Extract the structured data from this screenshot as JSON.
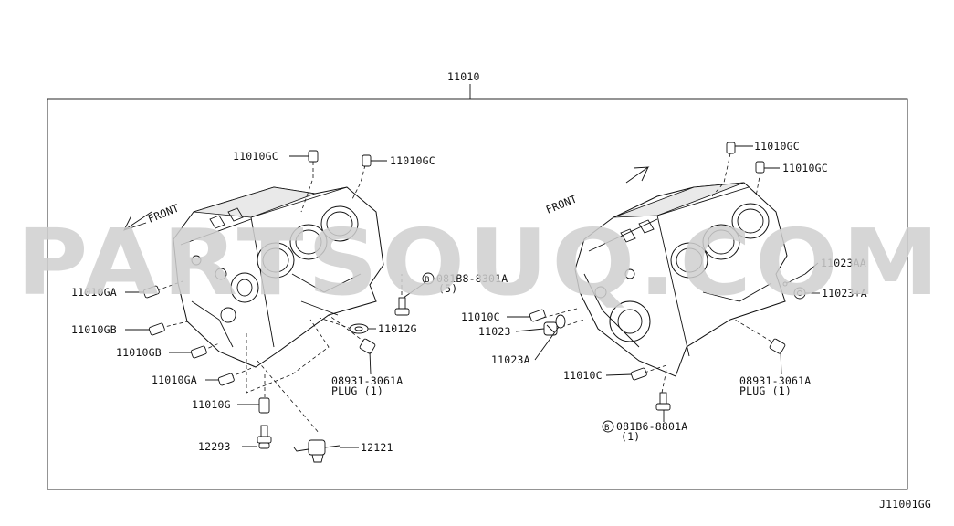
{
  "watermark": "PARTSOUQ.COM",
  "assembly_number": "11010",
  "diagram_code": "J11001GG",
  "left_engine": {
    "front_label": "FRONT",
    "labels": {
      "gc_top1": "11010GC",
      "gc_top2": "11010GC",
      "ga_upper": "11010GA",
      "gb_upper": "11010GB",
      "gb_lower": "11010GB",
      "ga_lower": "11010GA",
      "g": "11010G",
      "p12293": "12293",
      "p12121": "12121",
      "bolt_code": "081B8-8301A",
      "bolt_qty": "(5)",
      "p11012g": "11012G",
      "plug_code": "08931-3061A",
      "plug_text": "PLUG (1)"
    }
  },
  "right_engine": {
    "front_label": "FRONT",
    "labels": {
      "gc_top1": "11010GC",
      "gc_top2": "11010GC",
      "aa": "11023AA",
      "a_plus": "11023+A",
      "c_upper": "11010C",
      "p11023": "11023",
      "p11023a": "11023A",
      "c_lower": "11010C",
      "plug_code": "08931-3061A",
      "plug_text": "PLUG (1)",
      "bolt_code": "081B6-8801A",
      "bolt_qty": "(1)"
    }
  },
  "bolt_symbol": "B"
}
